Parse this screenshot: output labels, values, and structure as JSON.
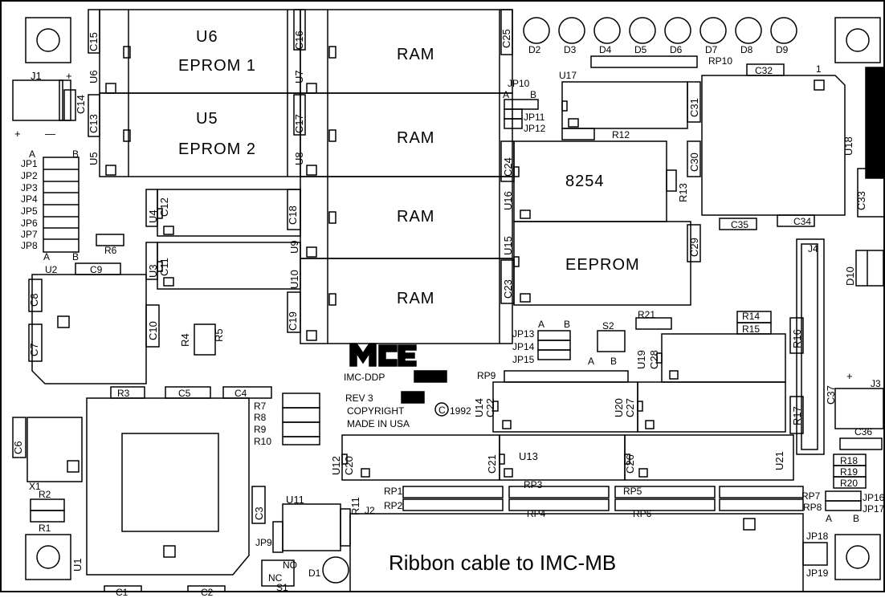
{
  "components": {
    "u6": "U6",
    "eprom1": "EPROM 1",
    "u5": "U5",
    "eprom2": "EPROM 2",
    "ram": "RAM",
    "chip8254": "8254",
    "eeprom": "EEPROM",
    "u1": "U1",
    "u2": "U2",
    "u3": "U3",
    "u4": "U4",
    "u7": "U7",
    "u8": "U8",
    "u9": "U9",
    "u10": "U10",
    "u11": "U11",
    "u12": "U12",
    "u13": "U13",
    "u14": "U14",
    "u15": "U15",
    "u16": "U16",
    "u17": "U17",
    "u18": "U18",
    "u19": "U19",
    "u20": "U20",
    "u21": "U21",
    "j1": "J1",
    "j2": "J2",
    "j3": "J3",
    "j4": "J4",
    "x1": "X1",
    "s1": "S1",
    "s2": "S2",
    "d1": "D1",
    "d2": "D2",
    "d3": "D3",
    "d4": "D4",
    "d5": "D5",
    "d6": "D6",
    "d7": "D7",
    "d8": "D8",
    "d9": "D9",
    "d10": "D10",
    "c1": "C1",
    "c2": "C2",
    "c3": "C3",
    "c4": "C4",
    "c5": "C5",
    "c6": "C6",
    "c7": "C7",
    "c8": "C8",
    "c9": "C9",
    "c10": "C10",
    "c11": "C11",
    "c12": "C12",
    "c13": "C13",
    "c14": "C14",
    "c15": "C15",
    "c16": "C16",
    "c17": "C17",
    "c18": "C18",
    "c19": "C19",
    "c20": "C20",
    "c21": "C21",
    "c22": "C22",
    "c23": "C23",
    "c24": "C24",
    "c25": "C25",
    "c26": "C26",
    "c27": "C27",
    "c28": "C28",
    "c29": "C29",
    "c30": "C30",
    "c31": "C31",
    "c32": "C32",
    "c33": "C33",
    "c34": "C34",
    "c35": "C35",
    "c36": "C36",
    "c37": "C37",
    "r1": "R1",
    "r2": "R2",
    "r3": "R3",
    "r4": "R4",
    "r5": "R5",
    "r6": "R6",
    "r7": "R7",
    "r8": "R8",
    "r9": "R9",
    "r10": "R10",
    "r11": "R11",
    "r12": "R12",
    "r13": "R13",
    "r14": "R14",
    "r15": "R15",
    "r16": "R16",
    "r17": "R17",
    "r18": "R18",
    "r19": "R19",
    "r20": "R20",
    "r21": "R21",
    "rp1": "RP1",
    "rp2": "RP2",
    "rp3": "RP3",
    "rp4": "RP4",
    "rp5": "RP5",
    "rp6": "RP6",
    "rp7": "RP7",
    "rp8": "RP8",
    "rp9": "RP9",
    "rp10": "RP10",
    "jp1": "JP1",
    "jp2": "JP2",
    "jp3": "JP3",
    "jp4": "JP4",
    "jp5": "JP5",
    "jp6": "JP6",
    "jp7": "JP7",
    "jp8": "JP8",
    "jp9": "JP9",
    "jp10": "JP10",
    "jp11": "JP11",
    "jp12": "JP12",
    "jp13": "JP13",
    "jp14": "JP14",
    "jp15": "JP15",
    "jp16": "JP16",
    "jp17": "JP17",
    "jp18": "JP18",
    "jp19": "JP19"
  },
  "marks": {
    "a": "A",
    "b": "B",
    "one": "1",
    "plus": "+",
    "minus": "—",
    "no": "NO",
    "nc": "NC"
  },
  "silkscreen": {
    "logo": "MCE",
    "product": "IMC-DDP",
    "revision": "REV 3",
    "copyright_prefix": "COPYRIGHT",
    "copyright_symbol": "C",
    "copyright_year": "1992",
    "origin": "MADE IN USA"
  },
  "caption": "Ribbon cable to IMC-MB",
  "colors": {
    "ink": "#000000",
    "board": "#ffffff"
  }
}
